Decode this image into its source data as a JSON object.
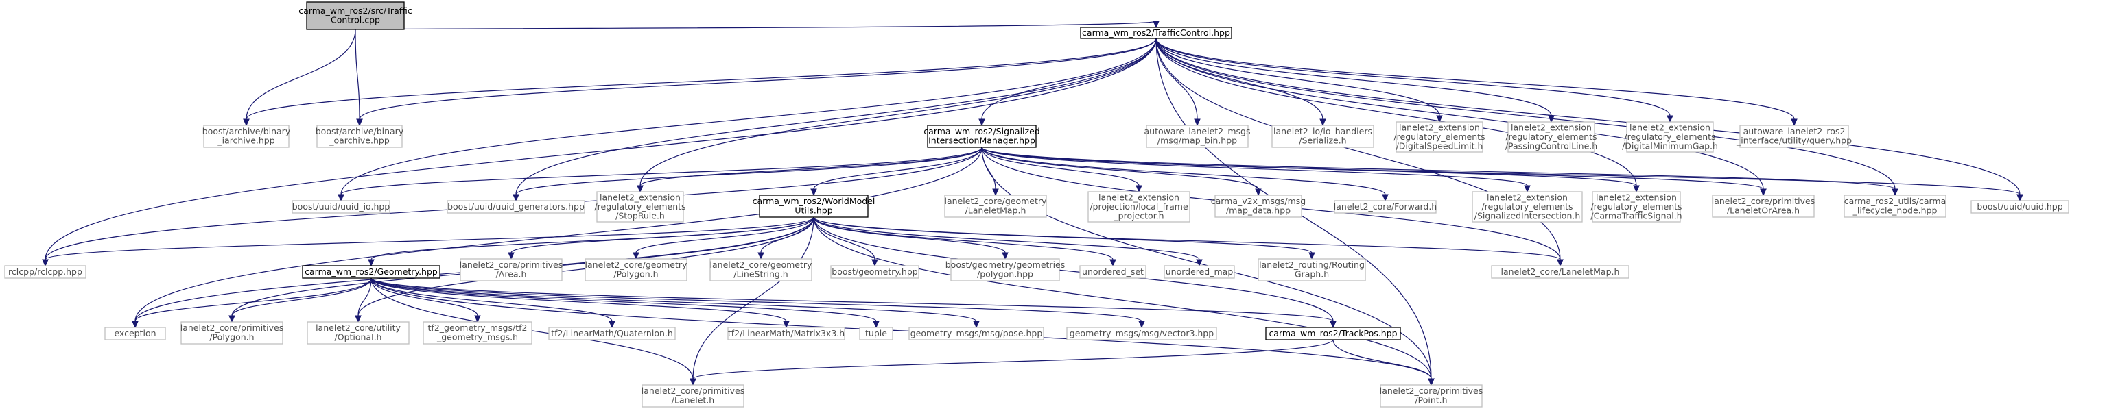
{
  "graph": {
    "nodes": {
      "root": {
        "lines": [
          "carma_wm_ros2/src/Traffic",
          "Control.cpp"
        ]
      },
      "tc": {
        "lines": [
          "carma_wm_ros2/TrafficControl.hpp"
        ]
      },
      "bin_i": {
        "lines": [
          "boost/archive/binary",
          "_iarchive.hpp"
        ]
      },
      "bin_o": {
        "lines": [
          "boost/archive/binary",
          "_oarchive.hpp"
        ]
      },
      "sim": {
        "lines": [
          "carma_wm_ros2/Signalized",
          "IntersectionManager.hpp"
        ]
      },
      "mapbin": {
        "lines": [
          "autoware_lanelet2_msgs",
          "/msg/map_bin.hpp"
        ]
      },
      "serialize": {
        "lines": [
          "lanelet2_io/io_handlers",
          "/Serialize.h"
        ]
      },
      "speed": {
        "lines": [
          "lanelet2_extension",
          "/regulatory_elements",
          "/DigitalSpeedLimit.h"
        ]
      },
      "passing": {
        "lines": [
          "lanelet2_extension",
          "/regulatory_elements",
          "/PassingControlLine.h"
        ]
      },
      "mingap": {
        "lines": [
          "lanelet2_extension",
          "/regulatory_elements",
          "/DigitalMinimumGap.h"
        ]
      },
      "query": {
        "lines": [
          "autoware_lanelet2_ros2",
          "_interface/utility/query.hpp"
        ]
      },
      "uuid_io": {
        "lines": [
          "boost/uuid/uuid_io.hpp"
        ]
      },
      "uuid_gen": {
        "lines": [
          "boost/uuid/uuid_generators.hpp"
        ]
      },
      "stoprule": {
        "lines": [
          "lanelet2_extension",
          "/regulatory_elements",
          "/StopRule.h"
        ]
      },
      "wm": {
        "lines": [
          "carma_wm_ros2/WorldModel",
          "Utils.hpp"
        ]
      },
      "laneletmap_g": {
        "lines": [
          "lanelet2_core/geometry",
          "/LaneletMap.h"
        ]
      },
      "local_frame": {
        "lines": [
          "lanelet2_extension",
          "/projection/local_frame",
          "_projector.h"
        ]
      },
      "map_data": {
        "lines": [
          "carma_v2x_msgs/msg",
          "/map_data.hpp"
        ]
      },
      "forward": {
        "lines": [
          "lanelet2_core/Forward.h"
        ]
      },
      "sig_int": {
        "lines": [
          "lanelet2_extension",
          "/regulatory_elements",
          "/SignalizedIntersection.h"
        ]
      },
      "carma_sig": {
        "lines": [
          "lanelet2_extension",
          "/regulatory_elements",
          "/CarmaTrafficSignal.h"
        ]
      },
      "orarea": {
        "lines": [
          "lanelet2_core/primitives",
          "/LaneletOrArea.h"
        ]
      },
      "lifecycle": {
        "lines": [
          "carma_ros2_utils/carma",
          "_lifecycle_node.hpp"
        ]
      },
      "uuid": {
        "lines": [
          "boost/uuid/uuid.hpp"
        ]
      },
      "rclcpp": {
        "lines": [
          "rclcpp/rclcpp.hpp"
        ]
      },
      "geom": {
        "lines": [
          "carma_wm_ros2/Geometry.hpp"
        ]
      },
      "area": {
        "lines": [
          "lanelet2_core/primitives",
          "/Area.h"
        ]
      },
      "polygon_g": {
        "lines": [
          "lanelet2_core/geometry",
          "/Polygon.h"
        ]
      },
      "linestring_g": {
        "lines": [
          "lanelet2_core/geometry",
          "/LineString.h"
        ]
      },
      "bgeom": {
        "lines": [
          "boost/geometry.hpp"
        ]
      },
      "bpolygon": {
        "lines": [
          "boost/geometry/geometries",
          "/polygon.hpp"
        ]
      },
      "uset": {
        "lines": [
          "unordered_set"
        ]
      },
      "umap": {
        "lines": [
          "unordered_map"
        ]
      },
      "routing": {
        "lines": [
          "lanelet2_routing/Routing",
          "Graph.h"
        ]
      },
      "laneletmap": {
        "lines": [
          "lanelet2_core/LaneletMap.h"
        ]
      },
      "exception": {
        "lines": [
          "exception"
        ]
      },
      "polygon_p": {
        "lines": [
          "lanelet2_core/primitives",
          "/Polygon.h"
        ]
      },
      "optional": {
        "lines": [
          "lanelet2_core/utility",
          "/Optional.h"
        ]
      },
      "tf2geo": {
        "lines": [
          "tf2_geometry_msgs/tf2",
          "_geometry_msgs.h"
        ]
      },
      "quat": {
        "lines": [
          "tf2/LinearMath/Quaternion.h"
        ]
      },
      "matrix": {
        "lines": [
          "tf2/LinearMath/Matrix3x3.h"
        ]
      },
      "tuple": {
        "lines": [
          "tuple"
        ]
      },
      "pose": {
        "lines": [
          "geometry_msgs/msg/pose.hpp"
        ]
      },
      "vector3": {
        "lines": [
          "geometry_msgs/msg/vector3.hpp"
        ]
      },
      "trackpos": {
        "lines": [
          "carma_wm_ros2/TrackPos.hpp"
        ]
      },
      "lanelet": {
        "lines": [
          "lanelet2_core/primitives",
          "/Lanelet.h"
        ]
      },
      "point": {
        "lines": [
          "lanelet2_core/primitives",
          "/Point.h"
        ]
      }
    }
  }
}
